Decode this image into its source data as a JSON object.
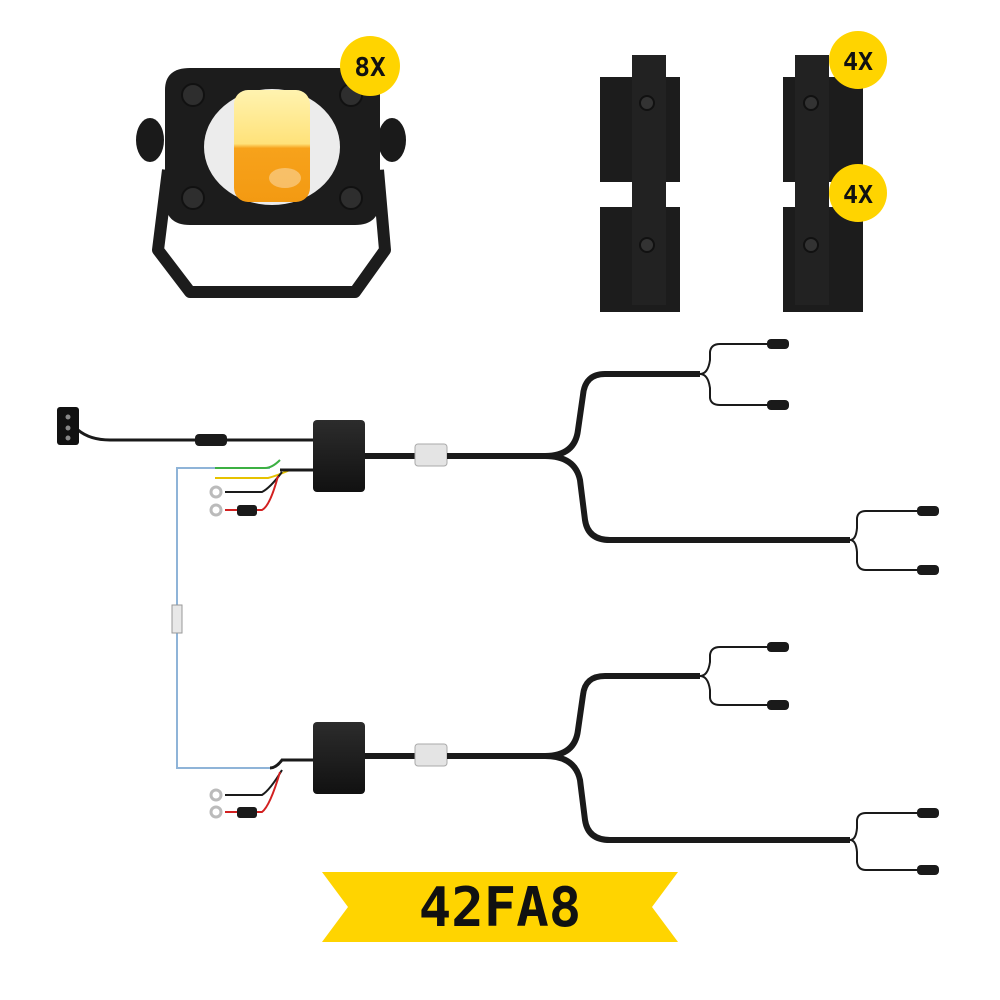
{
  "kit": {
    "light_qty": "8X",
    "bracket_left_qty": "4X",
    "bracket_right_qty": "4X",
    "model": "42FA8"
  },
  "colors": {
    "badge_yellow": "#FFD400",
    "housing_black": "#1c1c1c",
    "lens_white": "#FFF6C8",
    "lens_amber": "#F7A21B",
    "cable_black": "#1a1a1a",
    "wire_red": "#d22020",
    "wire_green": "#3cb043",
    "wire_yellow": "#e6c200",
    "wire_blue": "#8fb4d8"
  },
  "icons": {
    "light": "led-pod-light-icon",
    "bracket": "mounting-bracket-icon",
    "switch": "rocker-switch-icon",
    "controller": "controller-box-icon",
    "fuse": "inline-fuse-icon",
    "ring_terminal": "ring-terminal-icon",
    "connector": "waterproof-connector-icon"
  }
}
